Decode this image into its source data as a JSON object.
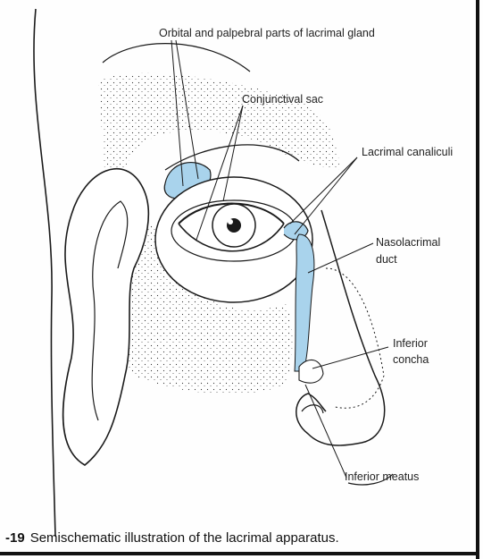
{
  "labels": {
    "lacrimal_gland": "Orbital and palpebral parts of lacrimal gland",
    "conjunctival_sac": "Conjunctival sac",
    "lacrimal_canaliculi": "Lacrimal canaliculi",
    "nasolacrimal_duct_line1": "Nasolacrimal",
    "nasolacrimal_duct_line2": "duct",
    "inferior_concha_line1": "Inferior",
    "inferior_concha_line2": "concha",
    "inferior_meatus": "Inferior meatus"
  },
  "caption": {
    "number": "-19",
    "text": "Semischematic illustration of the lacrimal apparatus."
  },
  "colors": {
    "line": "#1a1a1a",
    "lacrimal_blue": "#a9d3ec",
    "border": "#111111"
  }
}
